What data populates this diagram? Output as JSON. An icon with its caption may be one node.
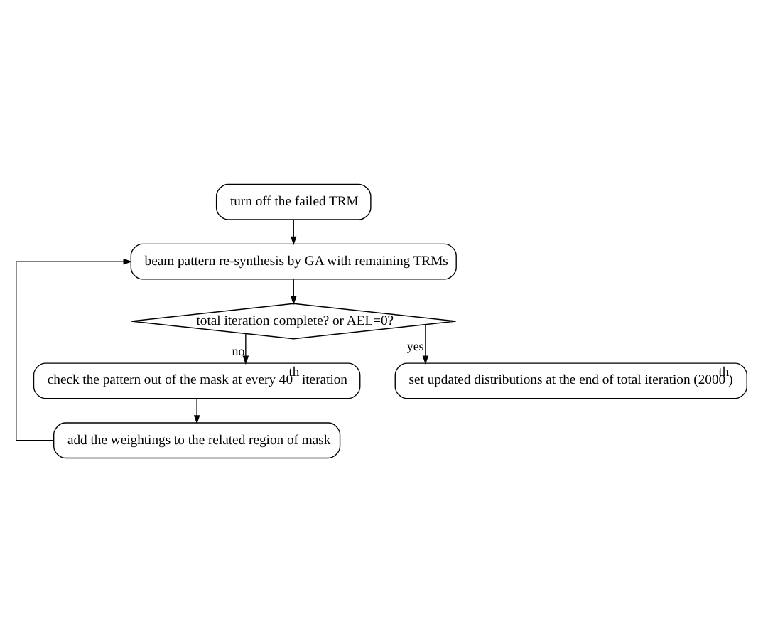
{
  "diagram": {
    "nodes": [
      {
        "text": [
          "turn off the failed TRM"
        ]
      },
      {
        "text": [
          "beam pattern re-synthesis by GA with remaining TRMs"
        ]
      },
      {
        "text": [
          "total iteration complete? or AEL=0?"
        ]
      },
      {
        "text": [
          "check the pattern out of the mask at every 40$^{th}$ iteration"
        ]
      },
      {
        "text": [
          "add the weightings to the related region of mask"
        ]
      },
      {
        "text": [
          "set updated distributions at the end of total iteration (2000$^{th}$)"
        ]
      }
    ],
    "edges": [
      {
        "from": 0,
        "to": 1,
        "arrow": "to"
      },
      {
        "from": 1,
        "to": 2,
        "arrow": "to"
      },
      {
        "from": 2,
        "to": 3,
        "arrow": "to",
        "label": "no"
      },
      {
        "from": 3,
        "to": 4,
        "arrow": "to"
      },
      {
        "from": 4,
        "to": 1,
        "arrow": "to"
      },
      {
        "from": 2,
        "to": 5,
        "arrow": "to",
        "label": "yes"
      }
    ]
  }
}
